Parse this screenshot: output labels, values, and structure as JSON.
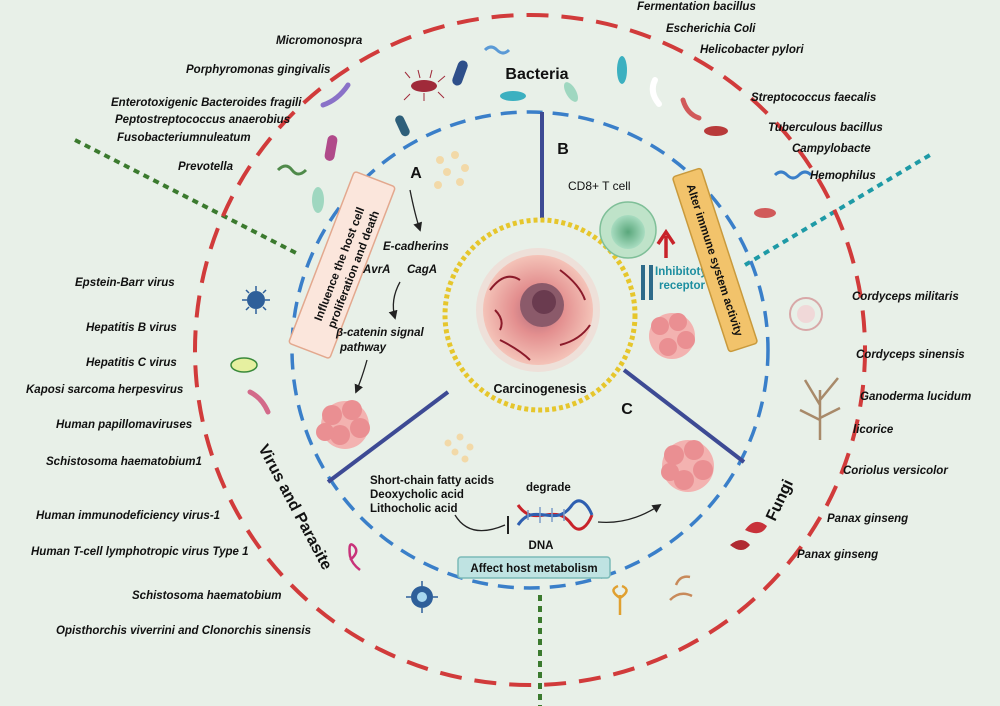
{
  "sections": {
    "bacteria": "Bacteria",
    "virus_parasite": "Virus and Parasite",
    "fungi": "Fungi"
  },
  "panel_letters": {
    "a": "A",
    "b": "B",
    "c": "C"
  },
  "center": {
    "label": "Carcinogenesis"
  },
  "panel_a": {
    "box": "Influence the host cell proliferation and death",
    "e_cadherins": "E-cadherins",
    "avra": "AvrA",
    "caga": "CagA",
    "beta_catenin_1": "β-catenin signal",
    "beta_catenin_2": "pathway"
  },
  "panel_b": {
    "cd8": "CD8+ T cell",
    "inhibitory_1": "Inhibitoty",
    "inhibitory_2": "receptor",
    "box": "Alter immune system activity"
  },
  "panel_c": {
    "acids": [
      "Short-chain fatty acids",
      "Deoxycholic acid",
      "Lithocholic acid"
    ],
    "degrade": "degrade",
    "dna": "DNA",
    "box": "Affect host metabolism"
  },
  "bacteria_left": [
    "Micromonospra",
    "Porphyromonas gingivalis",
    "Enterotoxigenic Bacteroides fragili",
    "Peptostreptococcus anaerobius",
    "Fusobacteriumnuleatum",
    "Prevotella"
  ],
  "bacteria_right": [
    "Fermentation bacillus",
    "Escherichia Coli",
    "Helicobacter pylori",
    "Streptococcus faecalis",
    "Tuberculous bacillus",
    "Campylobacte",
    "Hemophilus"
  ],
  "viruses": [
    "Epstein-Barr virus",
    "Hepatitis B virus",
    "Hepatitis C virus",
    "Kaposi sarcoma herpesvirus",
    "Human papillomaviruses",
    "Schistosoma haematobium1",
    "Human immunodeficiency virus-1",
    "Human T-cell lymphotropic virus Type 1",
    "Schistosoma haematobium",
    "Opisthorchis viverrini and Clonorchis sinensis"
  ],
  "fungi": [
    "Cordyceps militaris",
    "Cordyceps sinensis",
    "Ganoderma lucidum",
    "licorice",
    "Coriolus versicolor",
    "Panax ginseng",
    "Panax ginseng"
  ],
  "colors": {
    "outer_ring": "#d13b3b",
    "inner_ring": "#3a7fc9",
    "center_ring": "#e6c62c",
    "divider": "#3d4a94",
    "green_dash": "#3b7a2e",
    "teal_dash": "#1e9aa6",
    "label_box_a": "#fbe6dc",
    "label_box_b": "#f2c36b",
    "label_box_c": "#bfe3e2"
  }
}
